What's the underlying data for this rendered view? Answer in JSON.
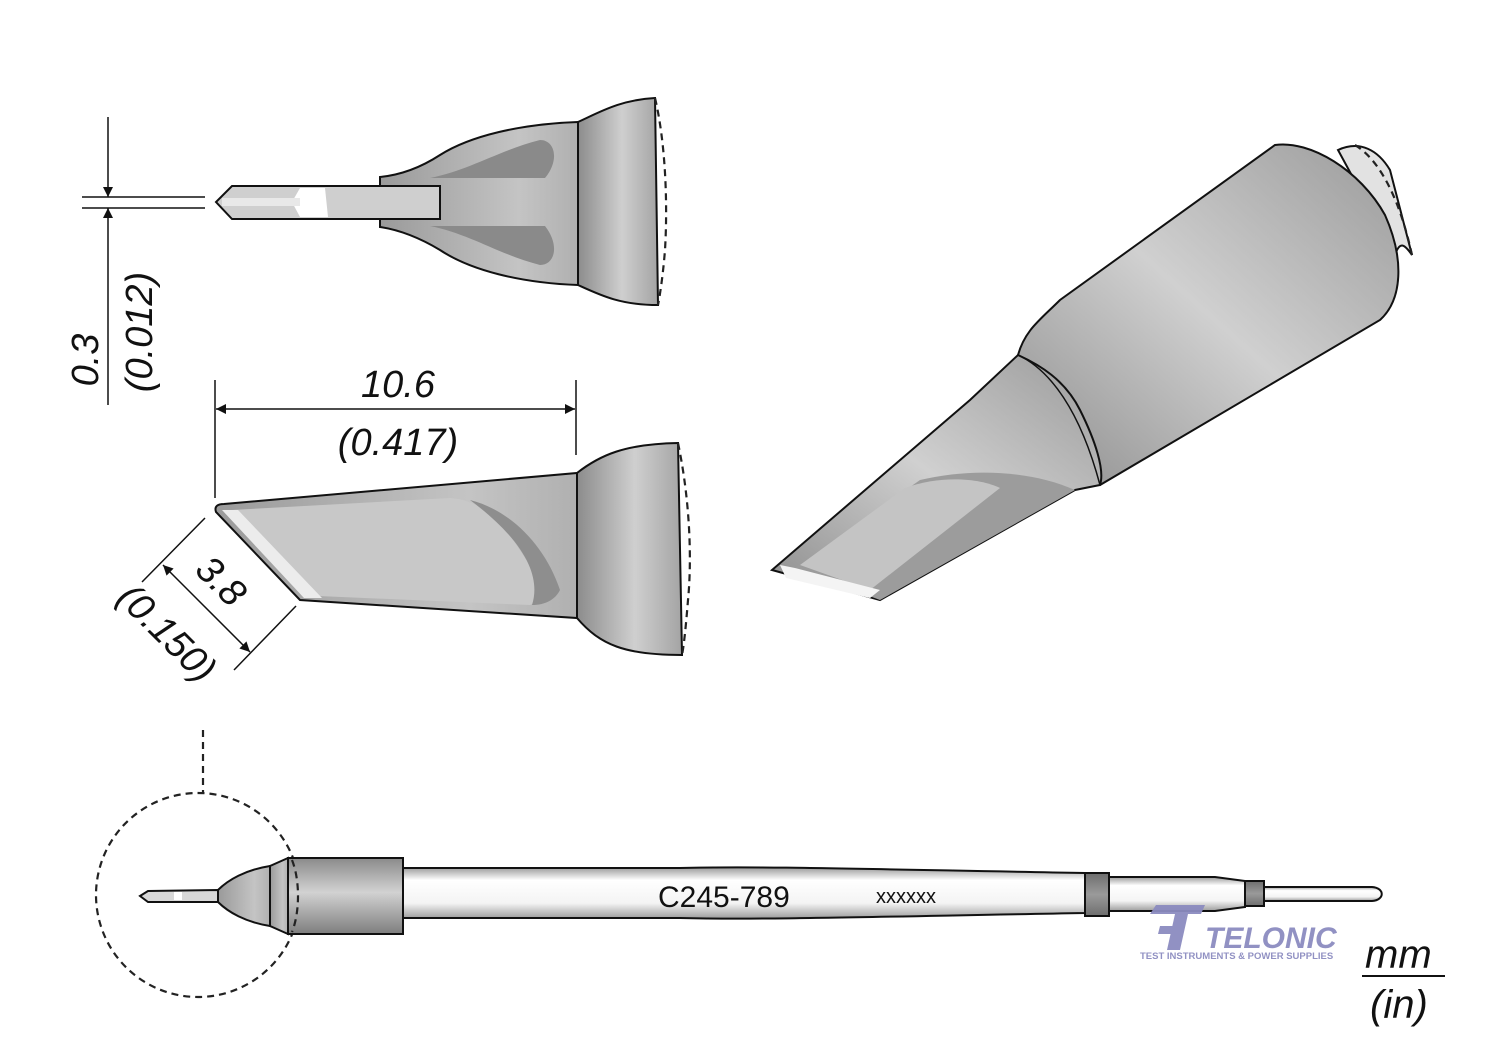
{
  "dimensions": {
    "thickness": {
      "mm": "0.3",
      "in": "(0.012)"
    },
    "length": {
      "mm": "10.6",
      "in": "(0.417)"
    },
    "blade_width": {
      "mm": "3.8",
      "in": "(0.150)"
    }
  },
  "cartridge": {
    "part_number": "C245-789",
    "serial_placeholder": "xxxxxx"
  },
  "units": {
    "primary": "mm",
    "secondary": "(in)"
  },
  "watermark": {
    "brand": "TELONIC",
    "tagline": "TEST INSTRUMENTS & POWER SUPPLIES",
    "color": "#8c8cc0"
  },
  "colors": {
    "metal_dark": "#7a7a7a",
    "metal_mid": "#a8a8a8",
    "metal_light": "#d6d6d6",
    "line": "#111111"
  }
}
